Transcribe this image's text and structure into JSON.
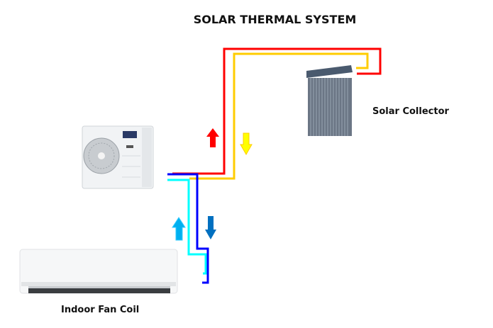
{
  "title": "SOLAR THERMAL SYSTEM",
  "labels": {
    "solar_collector": "Solar Collector",
    "indoor_fan_coil": "Indoor Fan Coil"
  },
  "colors": {
    "hot_supply": "#ff0000",
    "hot_return": "#ffcc00",
    "cold_supply": "#0000ff",
    "cold_return": "#00ffff",
    "arrow_yellow": "#ffff00",
    "arrow_blue": "#0070c0",
    "arrow_cyan": "#00b0f0"
  }
}
